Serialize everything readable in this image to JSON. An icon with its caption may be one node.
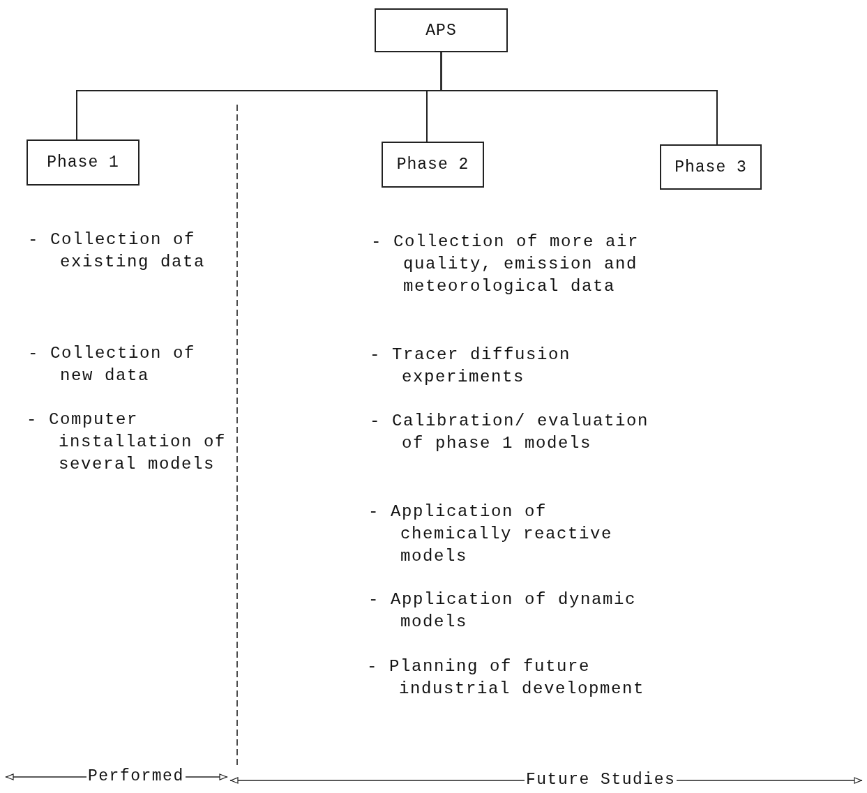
{
  "diagram": {
    "nodes": [
      {
        "text": [
          "APS"
        ]
      },
      {
        "text": [
          "Phase 1"
        ]
      },
      {
        "text": [
          "Phase 2"
        ]
      },
      {
        "text": [
          "Phase 3"
        ]
      }
    ],
    "edges": [
      {
        "from": 0,
        "to": 1,
        "arrow": "none"
      },
      {
        "from": 0,
        "to": 2,
        "arrow": "none"
      },
      {
        "from": 0,
        "to": 3,
        "arrow": "none"
      }
    ],
    "labels": [
      "- Collection of existing data",
      "- Collection of new data",
      "- Computer installation of several models",
      "- Collection of more air quality, emission and meteorological data",
      "- Tracer diffusion experiments",
      "- Calibration/ evaluation of phase 1 models",
      "- Application of chemically reactive models",
      "- Application of dynamic models",
      "- Planning of future industrial development",
      "Performed",
      "Future Studies"
    ]
  }
}
